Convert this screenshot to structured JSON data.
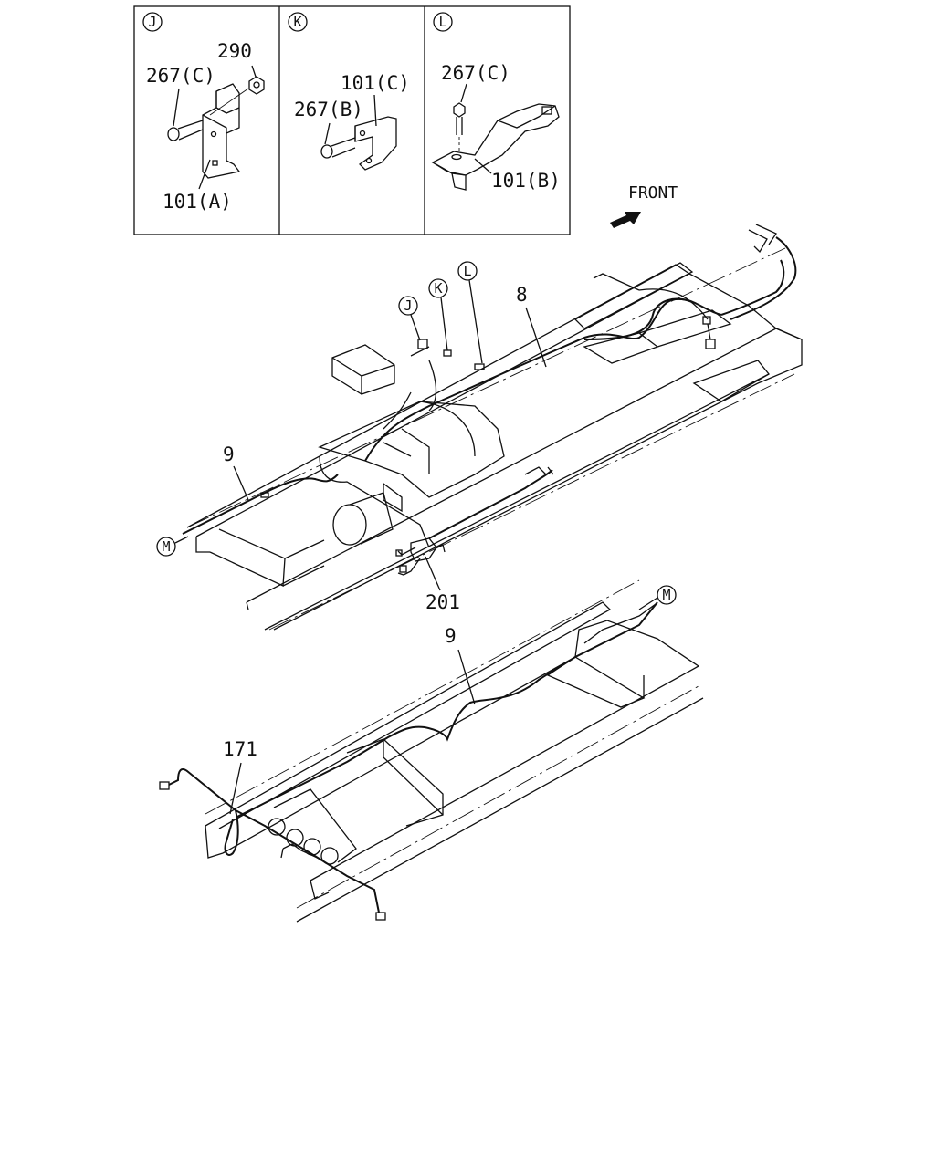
{
  "detail_boxes": [
    {
      "id": "J",
      "labels": {
        "bolt": "267(C)",
        "nut": "290",
        "bracket": "101(A)"
      }
    },
    {
      "id": "K",
      "labels": {
        "bracket": "101(C)",
        "bolt": "267(B)"
      }
    },
    {
      "id": "L",
      "labels": {
        "bolt": "267(C)",
        "bracket": "101(B)"
      }
    }
  ],
  "front_label": "FRONT",
  "upper_view": {
    "callouts": [
      "J",
      "K",
      "L",
      "M"
    ],
    "part_labels": {
      "harness_main": "8",
      "harness_rear": "9",
      "sub_harness": "201"
    }
  },
  "lower_view": {
    "callouts": [
      "M"
    ],
    "part_labels": {
      "harness_rear": "9",
      "rear_harness": "171"
    }
  }
}
